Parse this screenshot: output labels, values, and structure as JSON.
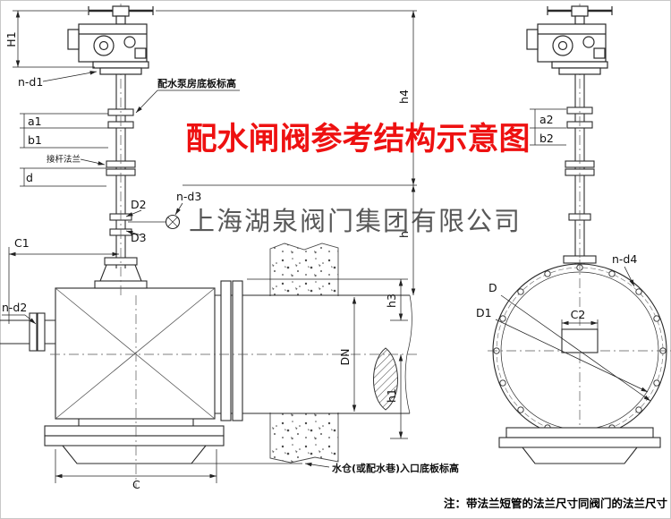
{
  "title": "配水闸阀参考结构示意图",
  "watermark": "上海湖泉阀门集团有限公司",
  "footnote": "注：带法兰短管的法兰尺寸同阀门的法兰尺寸",
  "annotations": {
    "pump_house_floor_level": "配水泵房底板标高",
    "stem_flange": "接杆法兰",
    "inlet_floor_level": "水仓(或配水巷)入口底板标高"
  },
  "dims": {
    "H1": "H1",
    "n_d1": "n-d1",
    "a1": "a1",
    "b1": "b1",
    "d": "d",
    "D2": "D2",
    "n_d3": "n-d3",
    "D3": "D3",
    "C1": "C1",
    "n_d2": "n-d2",
    "C": "C",
    "DN": "DN",
    "h4": "h4",
    "h": "h",
    "h3": "h3",
    "h1": "h1",
    "a2": "a2",
    "b2": "b2",
    "n_d4": "n-d4",
    "D": "D",
    "D1": "D1",
    "C2": "C2"
  },
  "colors": {
    "title_red": "#ee1111",
    "line": "#2a2a2a",
    "watermark_gray": "#3c3c3c"
  }
}
